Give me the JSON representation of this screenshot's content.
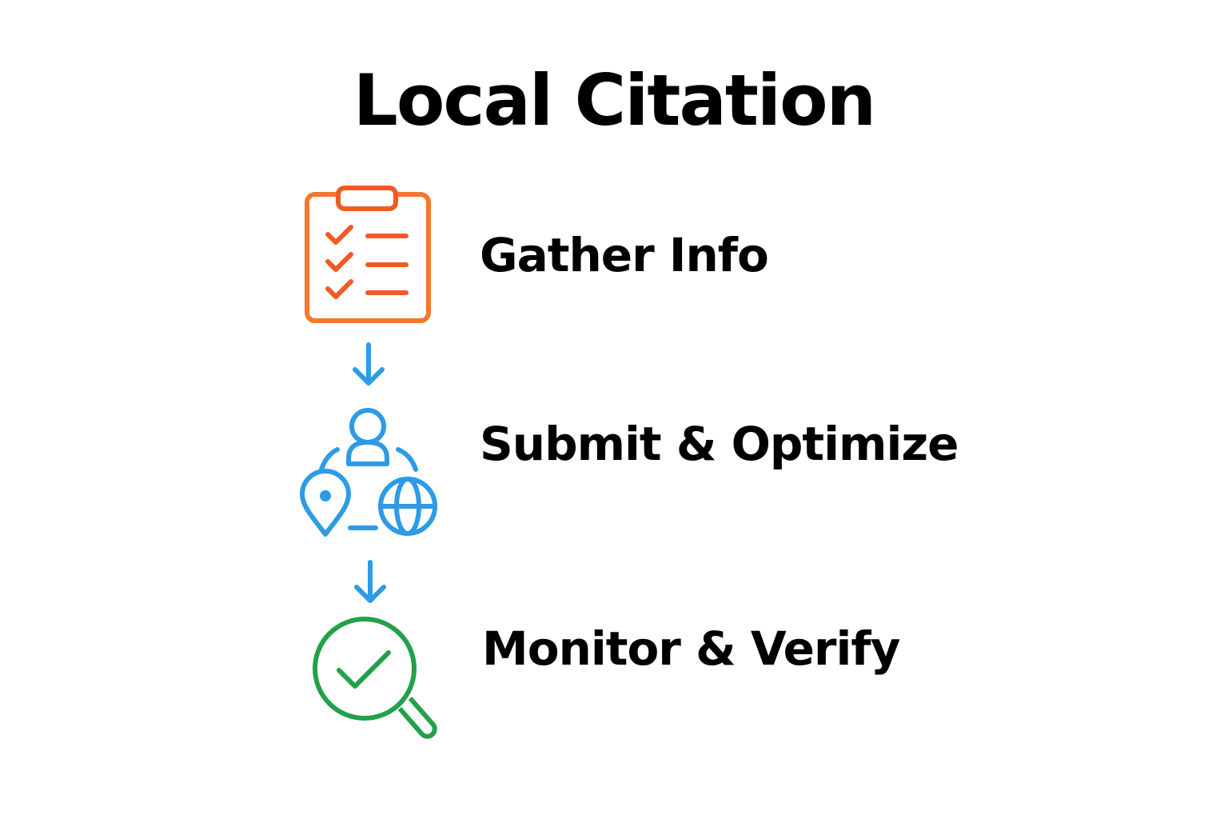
{
  "title": "Local Citation",
  "colors": {
    "orange": "#f5772e",
    "orange_accent": "#f15a24",
    "blue": "#2d9be5",
    "green": "#23a04a",
    "text": "#000000",
    "background": "#ffffff"
  },
  "steps": [
    {
      "label": "Gather Info",
      "icon": "clipboard-checklist-icon",
      "color": "#f5772e"
    },
    {
      "label": "Submit & Optimize",
      "icon": "network-location-globe-icon",
      "color": "#2d9be5"
    },
    {
      "label": "Monitor & Verify",
      "icon": "magnifier-check-icon",
      "color": "#23a04a"
    }
  ],
  "connectors": [
    {
      "icon": "arrow-down-icon",
      "color": "#2d9be5"
    },
    {
      "icon": "arrow-down-icon",
      "color": "#2d9be5"
    }
  ]
}
